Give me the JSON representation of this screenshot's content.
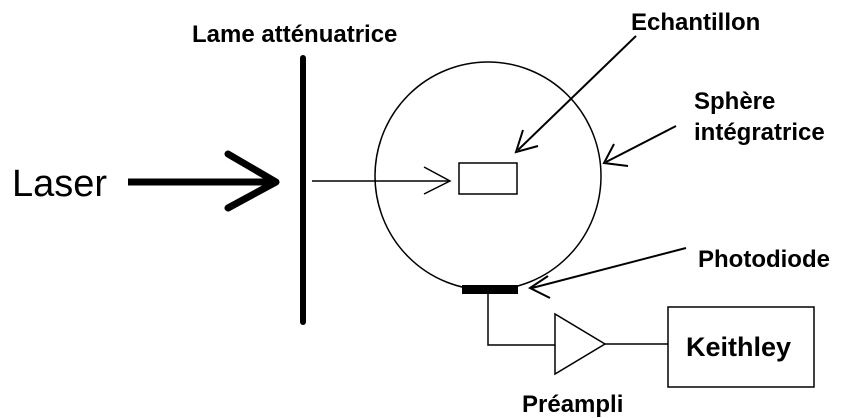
{
  "labels": {
    "laser": "Laser",
    "attenuator": "Lame atténuatrice",
    "sample": "Echantillon",
    "sphere_line1": "Sphère",
    "sphere_line2": "intégratrice",
    "photodiode": "Photodiode",
    "preamp": "Préampli",
    "keithley": "Keithley"
  },
  "colors": {
    "ink": "#000000",
    "background": "#ffffff"
  }
}
